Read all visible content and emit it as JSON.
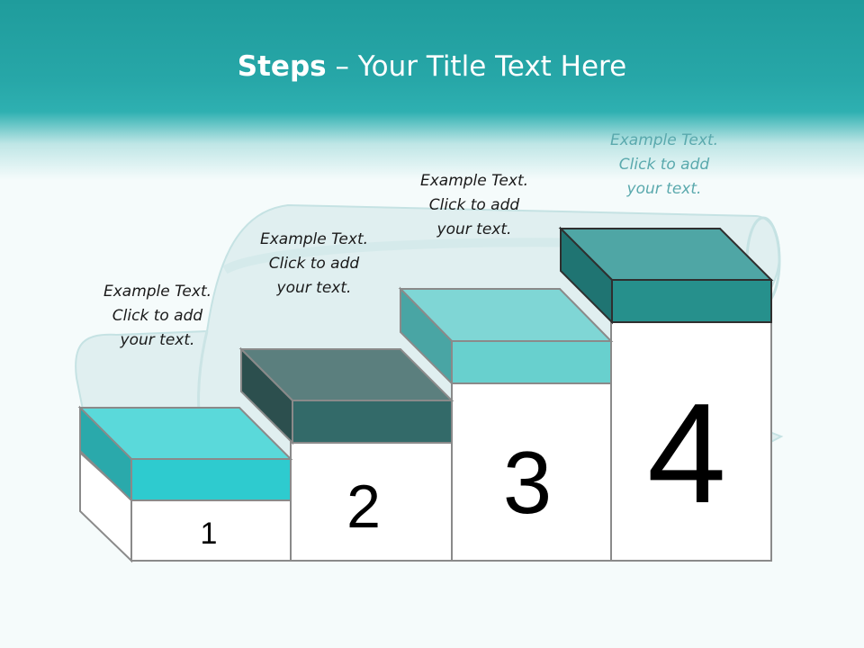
{
  "title": {
    "bold": "Steps",
    "rest": " – Your Title Text Here"
  },
  "steps": [
    {
      "number": "1",
      "line1": "Example Text.",
      "line2": "Click  to add",
      "line3": "your text.",
      "color": "#2ecbcf"
    },
    {
      "number": "2",
      "line1": "Example Text.",
      "line2": "Click  to add",
      "line3": "your text.",
      "color": "#336a69"
    },
    {
      "number": "3",
      "line1": "Example Text.",
      "line2": "Click  to add",
      "line3": "your text.",
      "color": "#68d0ce"
    },
    {
      "number": "4",
      "line1": "Example Text.",
      "line2": "Click  to add",
      "line3": "your text.",
      "color": "#26908c"
    }
  ],
  "colors": {
    "header": "#27a7a8",
    "caption_highlight": "#5aa9ad"
  }
}
